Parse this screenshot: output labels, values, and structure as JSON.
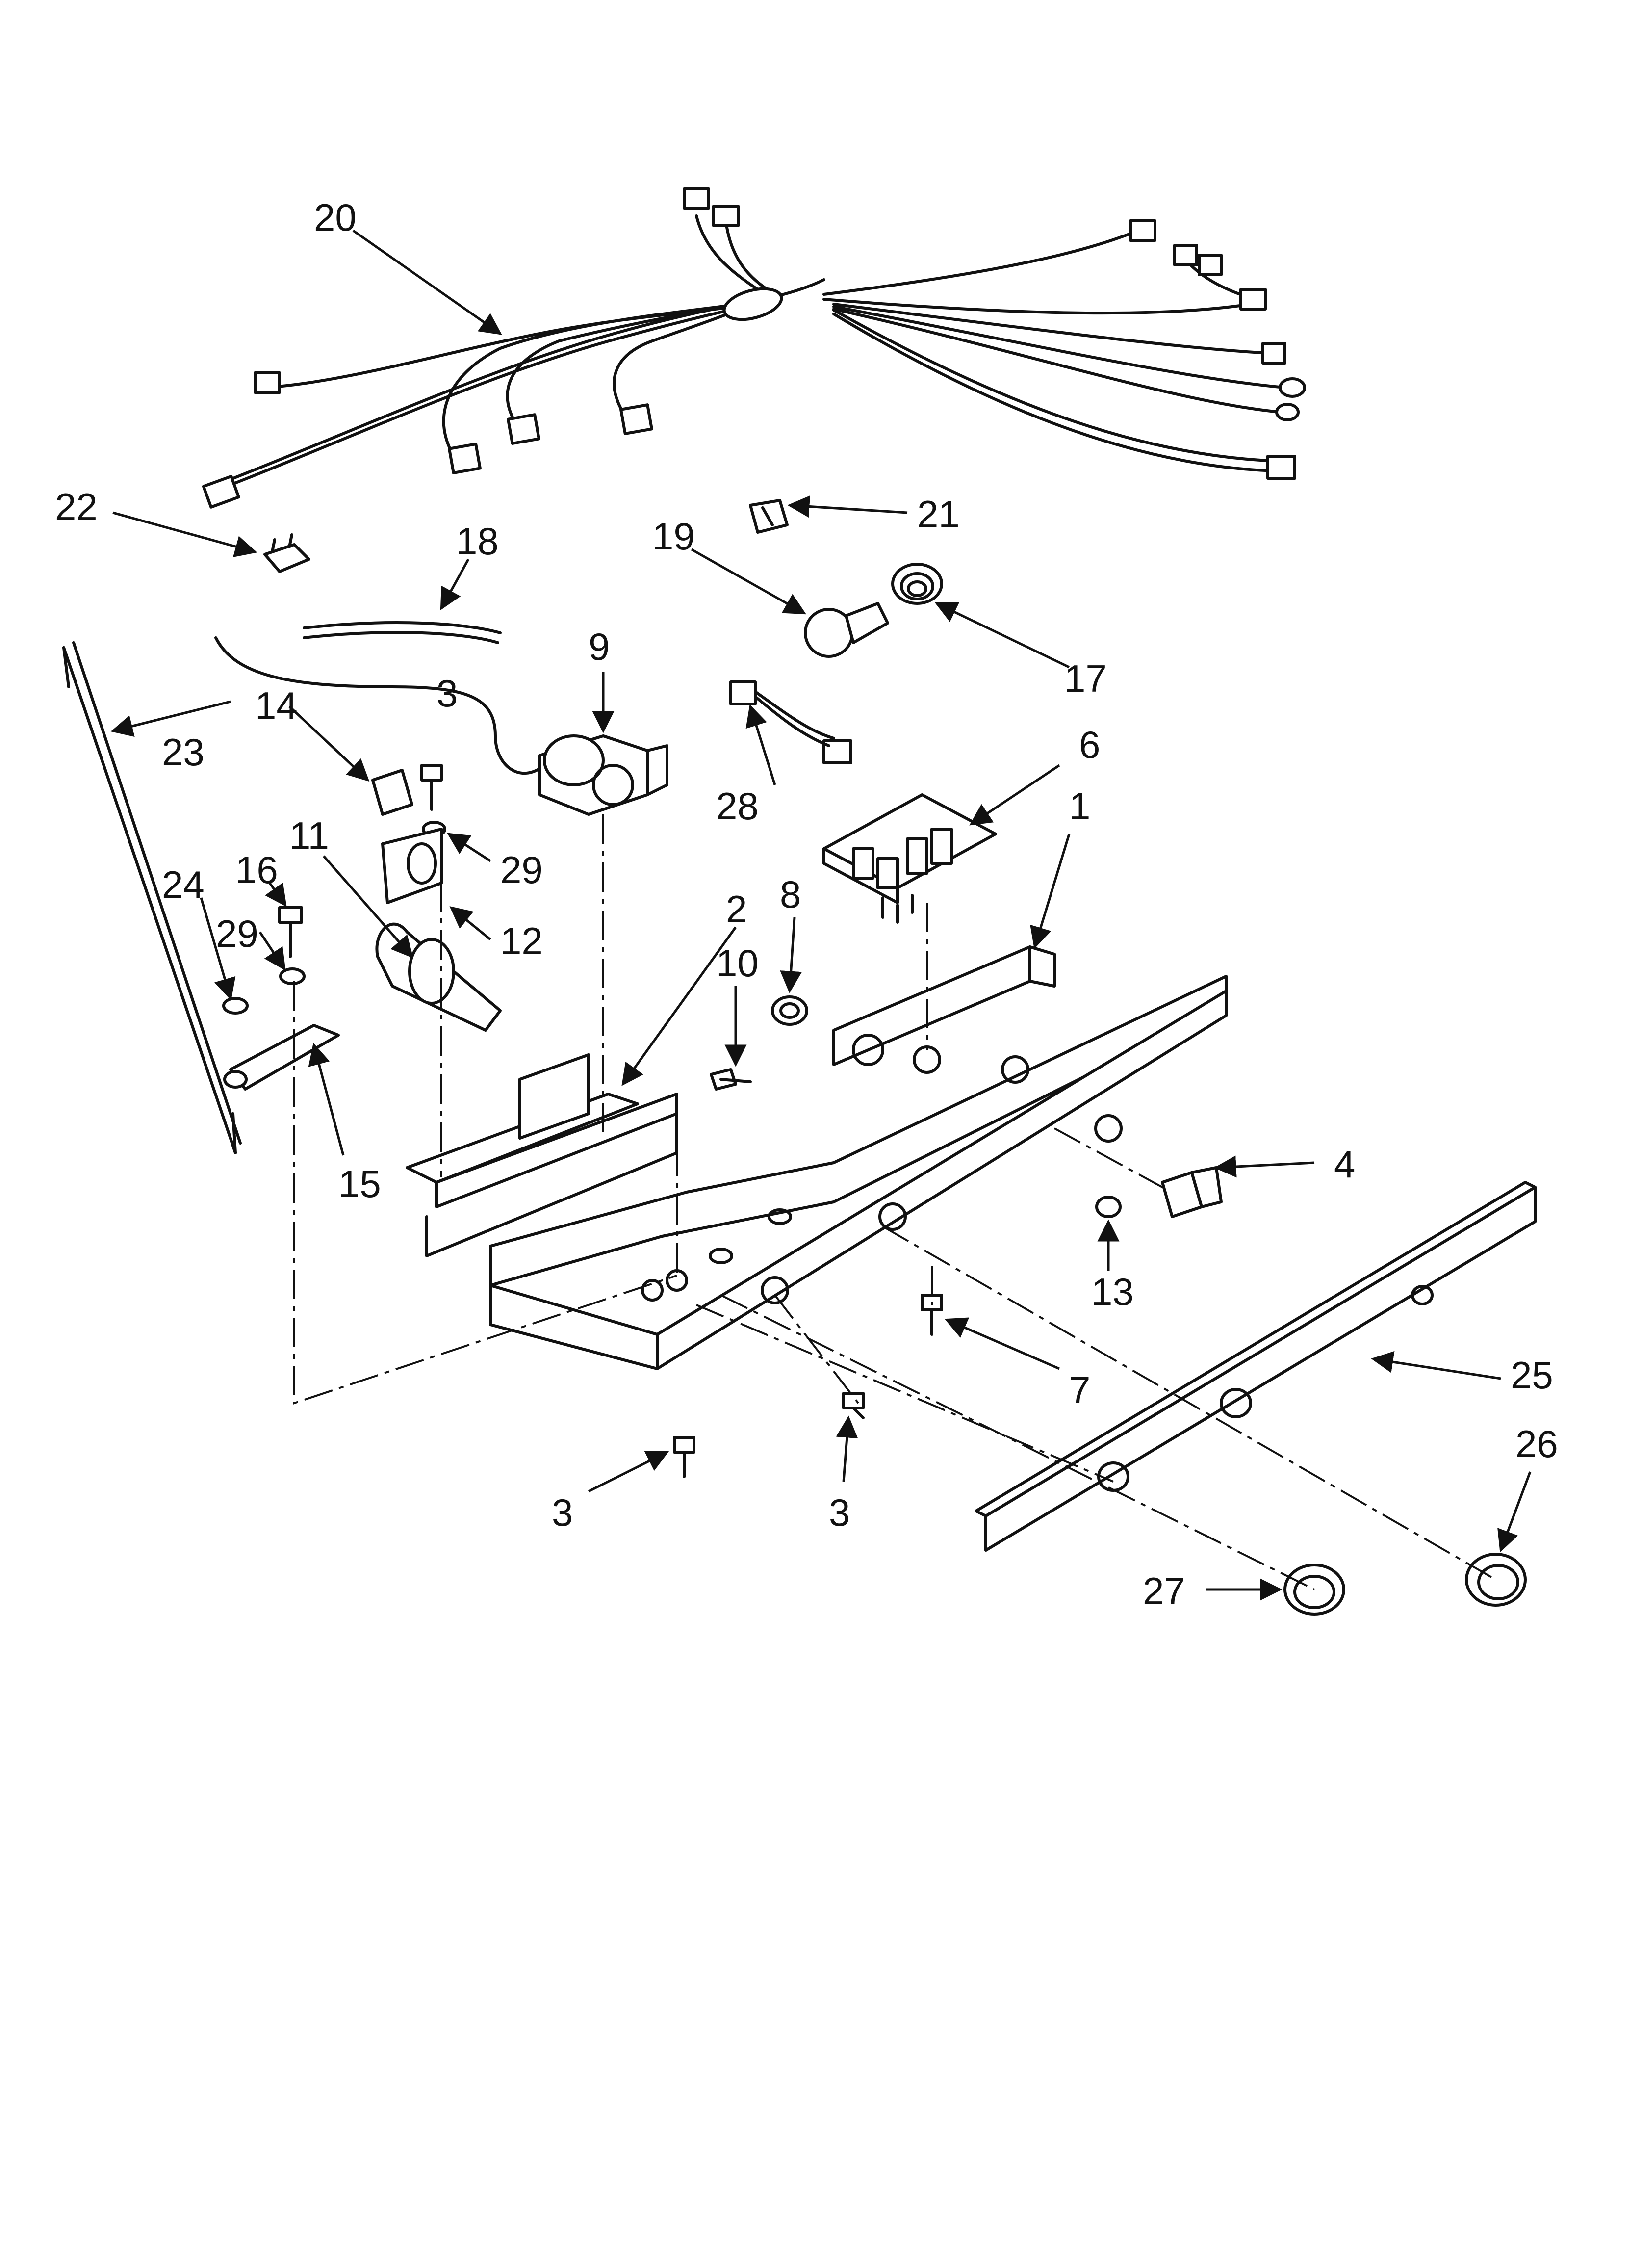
{
  "callouts": {
    "c1": "1",
    "c2": "2",
    "c3a": "3",
    "c3b": "3",
    "c3c": "3",
    "c4": "4",
    "c6": "6",
    "c7": "7",
    "c8": "8",
    "c9": "9",
    "c10": "10",
    "c11": "11",
    "c12": "12",
    "c13": "13",
    "c14": "14",
    "c15": "15",
    "c16": "16",
    "c17": "17",
    "c18": "18",
    "c19": "19",
    "c20": "20",
    "c21": "21",
    "c22": "22",
    "c23": "23",
    "c24": "24",
    "c25": "25",
    "c26": "26",
    "c27": "27",
    "c28": "28",
    "c29a": "29",
    "c29b": "29"
  },
  "colors": {
    "line": "#111111",
    "background": "#ffffff"
  }
}
